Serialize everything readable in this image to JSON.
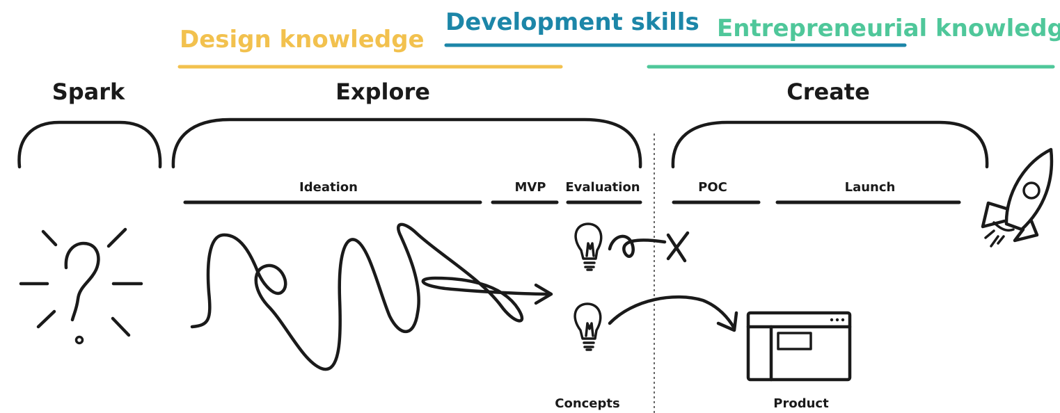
{
  "skills": {
    "design": {
      "label": "Design knowledge",
      "color": "#F2C14E"
    },
    "development": {
      "label": "Development skills",
      "color": "#1C86A8"
    },
    "entrepreneurial": {
      "label": "Entrepreneurial knowledge",
      "color": "#4FC79A"
    }
  },
  "phases": {
    "spark": "Spark",
    "explore": "Explore",
    "create": "Create"
  },
  "stages": {
    "ideation": "Ideation",
    "mvp": "MVP",
    "evaluation": "Evaluation",
    "poc": "POC",
    "launch": "Launch"
  },
  "outputs": {
    "concepts": "Concepts",
    "product": "Product"
  },
  "icons": [
    "question-mark-icon",
    "scribble-path-icon",
    "lightbulb-icon",
    "cross-icon",
    "browser-window-icon",
    "rocket-icon"
  ]
}
